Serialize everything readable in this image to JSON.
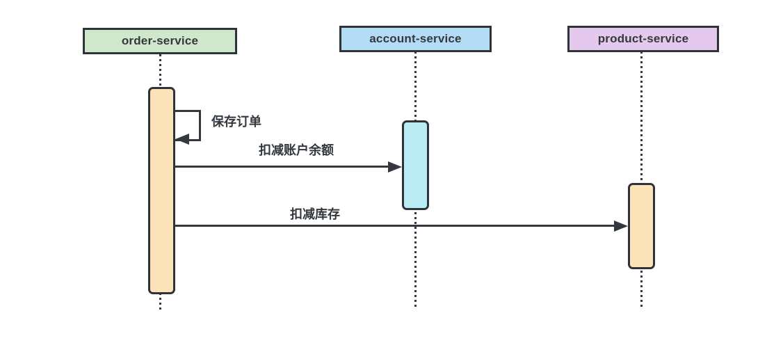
{
  "diagram": {
    "type": "uml-sequence-diagram",
    "participants": [
      {
        "id": "order-service",
        "label": "order-service",
        "fill": "#cfe7ca"
      },
      {
        "id": "account-service",
        "label": "account-service",
        "fill": "#b5dcf5"
      },
      {
        "id": "product-service",
        "label": "product-service",
        "fill": "#e4c9ec"
      }
    ],
    "activations": [
      {
        "participant": "order-service",
        "fill": "#fde3ba"
      },
      {
        "participant": "account-service",
        "fill": "#b9edf3"
      },
      {
        "participant": "product-service",
        "fill": "#fde3ba"
      }
    ],
    "messages": [
      {
        "from": "order-service",
        "to": "order-service",
        "kind": "self",
        "label": "保存订单"
      },
      {
        "from": "order-service",
        "to": "account-service",
        "kind": "sync",
        "label": "扣减账户余额"
      },
      {
        "from": "order-service",
        "to": "product-service",
        "kind": "sync",
        "label": "扣减库存"
      }
    ],
    "colors": {
      "stroke": "#33383f",
      "background": "#ffffff"
    }
  }
}
